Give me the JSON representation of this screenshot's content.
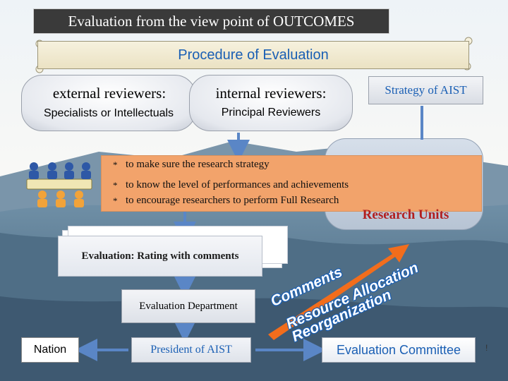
{
  "header": {
    "title": "Evaluation from the view point of OUTCOMES"
  },
  "banner": {
    "title": "Procedure of Evaluation"
  },
  "external": {
    "heading": "external reviewers:",
    "sub": "Specialists or Intellectuals"
  },
  "internal": {
    "heading": "internal reviewers:",
    "sub": "Principal Reviewers"
  },
  "strategy": {
    "label": "Strategy of AIST"
  },
  "purposes": [
    "to make sure the research strategy",
    "to know the level of performances and achievements",
    "to encourage researchers to perform Full Research"
  ],
  "bullet_symbol": "*",
  "research_units": {
    "label": "Research Units"
  },
  "rating": {
    "label": "Evaluation: Rating with comments"
  },
  "department": {
    "label": "Evaluation Department"
  },
  "nation": {
    "label": "Nation"
  },
  "president": {
    "label": "President of AIST"
  },
  "committee": {
    "label": "Evaluation Committee"
  },
  "corner_mark": "!",
  "diagonal_terms": {
    "comments": "Comments",
    "resource": "Resource Allocation",
    "reorg": "Reorganization"
  },
  "colors": {
    "accent_blue": "#1a5fb4",
    "arrow_blue": "#5a86c6",
    "purpose_orange": "#f2a36b",
    "research_red": "#b21e1e",
    "arrow_orange": "#f26d1c",
    "title_bg": "#3a3a3a"
  },
  "icons": [
    "person-icon",
    "scroll-icon",
    "arrow-icon"
  ]
}
